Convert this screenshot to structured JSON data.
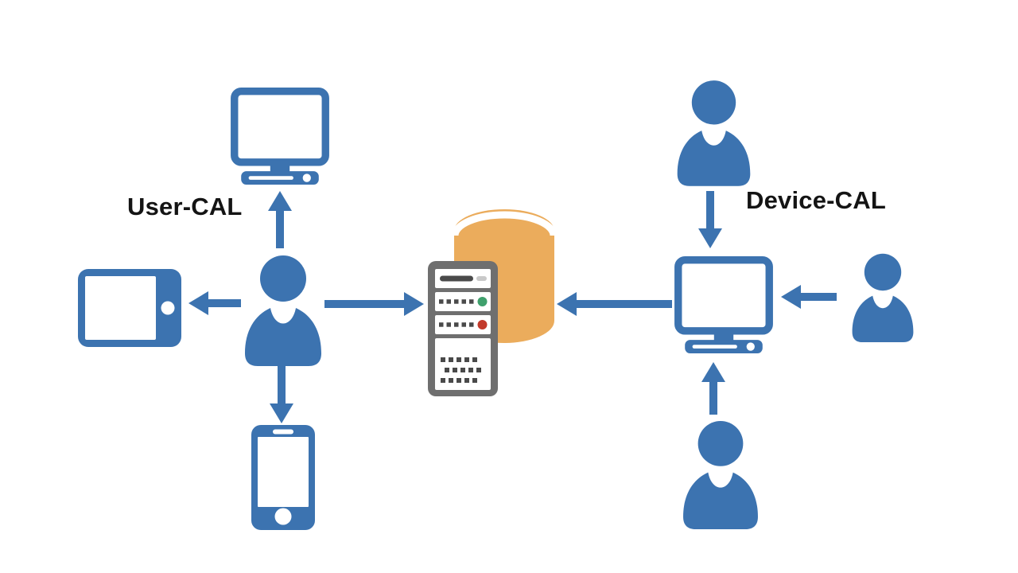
{
  "labels": {
    "user_cal": "User-CAL",
    "device_cal": "Device-CAL"
  },
  "colors": {
    "primary_blue": "#3C73B0",
    "database_orange": "#EBAC5C",
    "server_gray": "#6F6F6F",
    "server_detail_dark": "#4A4A4A",
    "server_detail_light": "#C9C9C9",
    "led_green": "#3FA06C",
    "led_red": "#C23A2B",
    "label_text": "#141414",
    "background": "#FFFFFF"
  },
  "diagram": {
    "type": "diagram",
    "left_cluster": {
      "label": "User-CAL",
      "hub": "user-person",
      "nodes": [
        "desktop-computer",
        "tablet",
        "smartphone",
        "server-database"
      ],
      "connections": [
        {
          "from": "user-person",
          "to": "desktop-computer",
          "direction": "up"
        },
        {
          "from": "user-person",
          "to": "tablet",
          "direction": "left"
        },
        {
          "from": "user-person",
          "to": "smartphone",
          "direction": "down"
        },
        {
          "from": "user-person",
          "to": "server-database",
          "direction": "right"
        }
      ]
    },
    "center": {
      "nodes": [
        "server-tower",
        "database-cylinder"
      ]
    },
    "right_cluster": {
      "label": "Device-CAL",
      "hub": "device-computer",
      "nodes": [
        "person-top",
        "person-right",
        "person-bottom",
        "server-database"
      ],
      "connections": [
        {
          "from": "person-top",
          "to": "device-computer",
          "direction": "down"
        },
        {
          "from": "person-right",
          "to": "device-computer",
          "direction": "left"
        },
        {
          "from": "person-bottom",
          "to": "device-computer",
          "direction": "up"
        },
        {
          "from": "device-computer",
          "to": "server-database",
          "direction": "left"
        }
      ]
    }
  }
}
